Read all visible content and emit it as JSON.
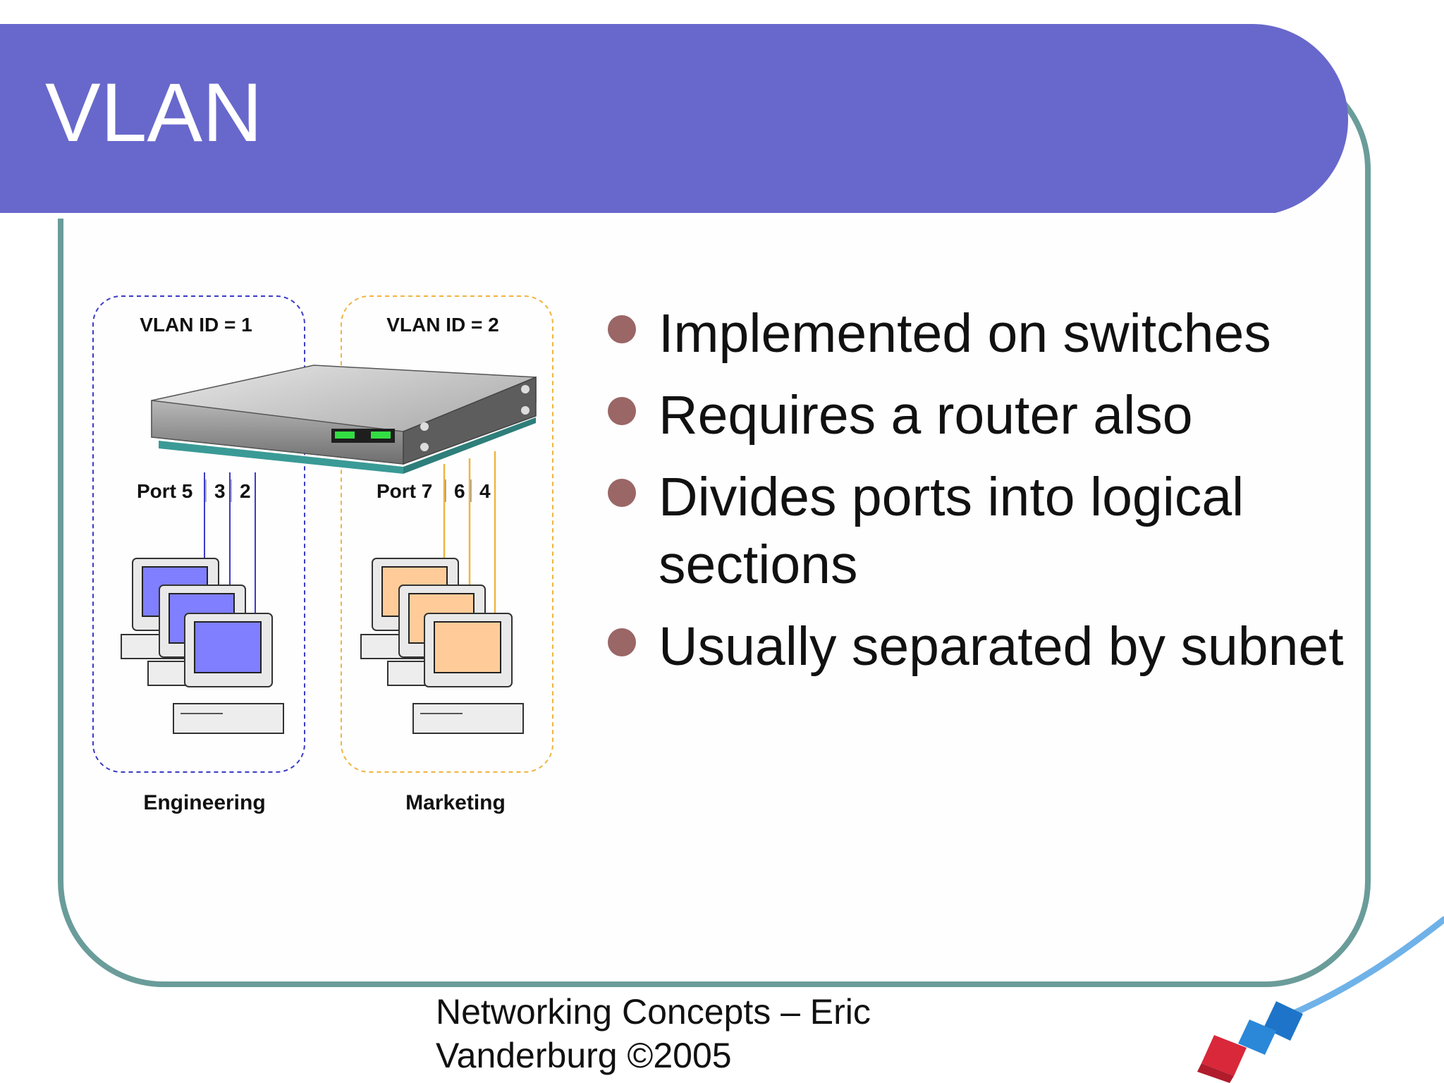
{
  "slide": {
    "title": "VLAN",
    "bullets": [
      "Implemented on switches",
      "Requires a router also",
      "Divides ports into logical sections",
      "Usually separated by subnet"
    ],
    "footer": "Networking Concepts – Eric Vanderburg ©2005"
  },
  "diagram": {
    "vlan1": {
      "label": "VLAN ID = 1",
      "port_main": "Port 5",
      "port_b": "3",
      "port_c": "2",
      "group": "Engineering",
      "color": "#3b3bc6",
      "screen_color": "#7f7fff"
    },
    "vlan2": {
      "label": "VLAN ID = 2",
      "port_main": "Port 7",
      "port_b": "6",
      "port_c": "4",
      "group": "Marketing",
      "color": "#f0b440",
      "screen_color": "#ffcc99"
    }
  },
  "colors": {
    "title_bar": "#6868cc",
    "frame": "#6a9c9a",
    "bullet": "#9a6666"
  }
}
